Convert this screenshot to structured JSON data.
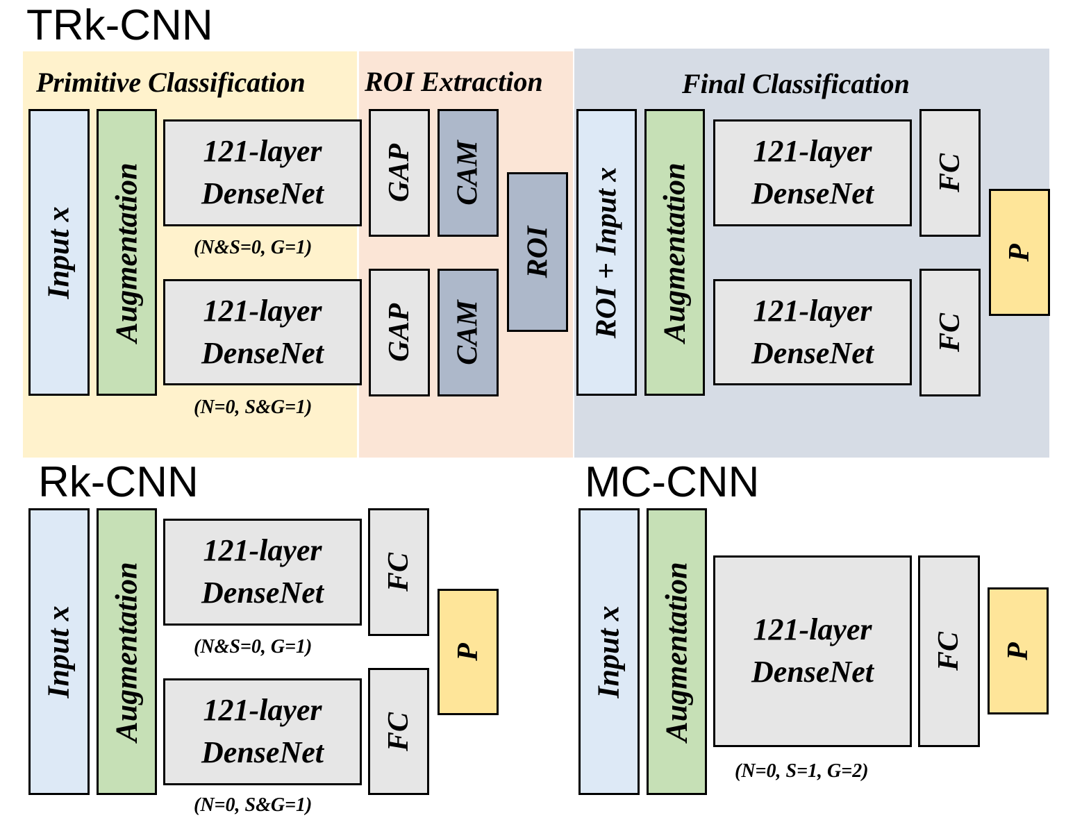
{
  "trk": {
    "title": "TRk-CNN",
    "sections": {
      "primitive": "Primitive Classification",
      "roi": "ROI Extraction",
      "final": "Final Classification"
    },
    "input": "Input x",
    "augmentation": "Augmentation",
    "densenet_top_1": "121-layer",
    "densenet_top_2": "DenseNet",
    "param_top": "(N&S=0, G=1)",
    "densenet_bot_1": "121-layer",
    "densenet_bot_2": "DenseNet",
    "param_bot": "(N=0, S&G=1)",
    "gap": "GAP",
    "cam": "CAM",
    "roi": "ROI",
    "roi_input": "ROI + Input x",
    "final_augmentation": "Augmentation",
    "final_densenet_1": "121-layer",
    "final_densenet_2": "DenseNet",
    "fc": "FC",
    "p": "P"
  },
  "rk": {
    "title": "Rk-CNN",
    "input": "Input x",
    "augmentation": "Augmentation",
    "densenet_1": "121-layer",
    "densenet_2": "DenseNet",
    "param_top": "(N&S=0, G=1)",
    "param_bot": "(N=0, S&G=1)",
    "fc": "FC",
    "p": "P"
  },
  "mc": {
    "title": "MC-CNN",
    "input": "Input x",
    "augmentation": "Augmentation",
    "densenet_1": "121-layer",
    "densenet_2": "DenseNet",
    "param": "(N=0, S=1, G=2)",
    "fc": "FC",
    "p": "P"
  },
  "colors": {
    "primitive_bg": "#fff2cc",
    "roi_bg": "#fbe5d6",
    "final_bg": "#d6dce5",
    "input": "#dde9f6",
    "augmentation": "#c6e0b6",
    "layer_gray": "#e6e6e6",
    "cam": "#adb8ca",
    "output_p": "#fee599"
  }
}
